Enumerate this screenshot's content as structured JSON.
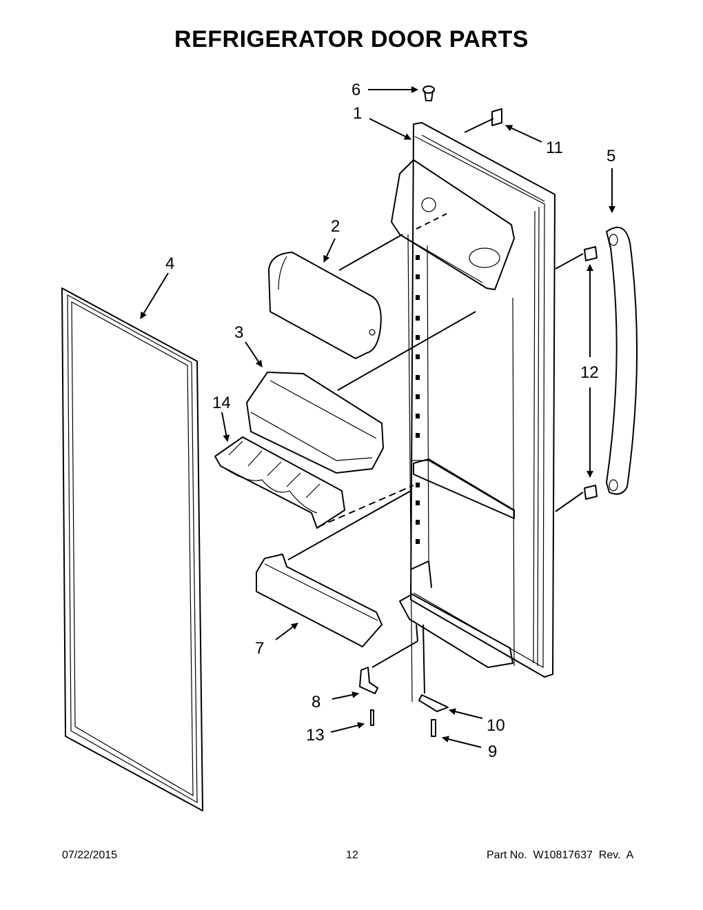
{
  "title": "REFRIGERATOR DOOR PARTS",
  "callouts": [
    "1",
    "2",
    "3",
    "4",
    "5",
    "6",
    "7",
    "8",
    "9",
    "10",
    "11",
    "12",
    "13",
    "14"
  ],
  "footer": {
    "date": "07/22/2015",
    "page": "12",
    "part_no": "Part No.  W10817637  Rev.  A"
  }
}
